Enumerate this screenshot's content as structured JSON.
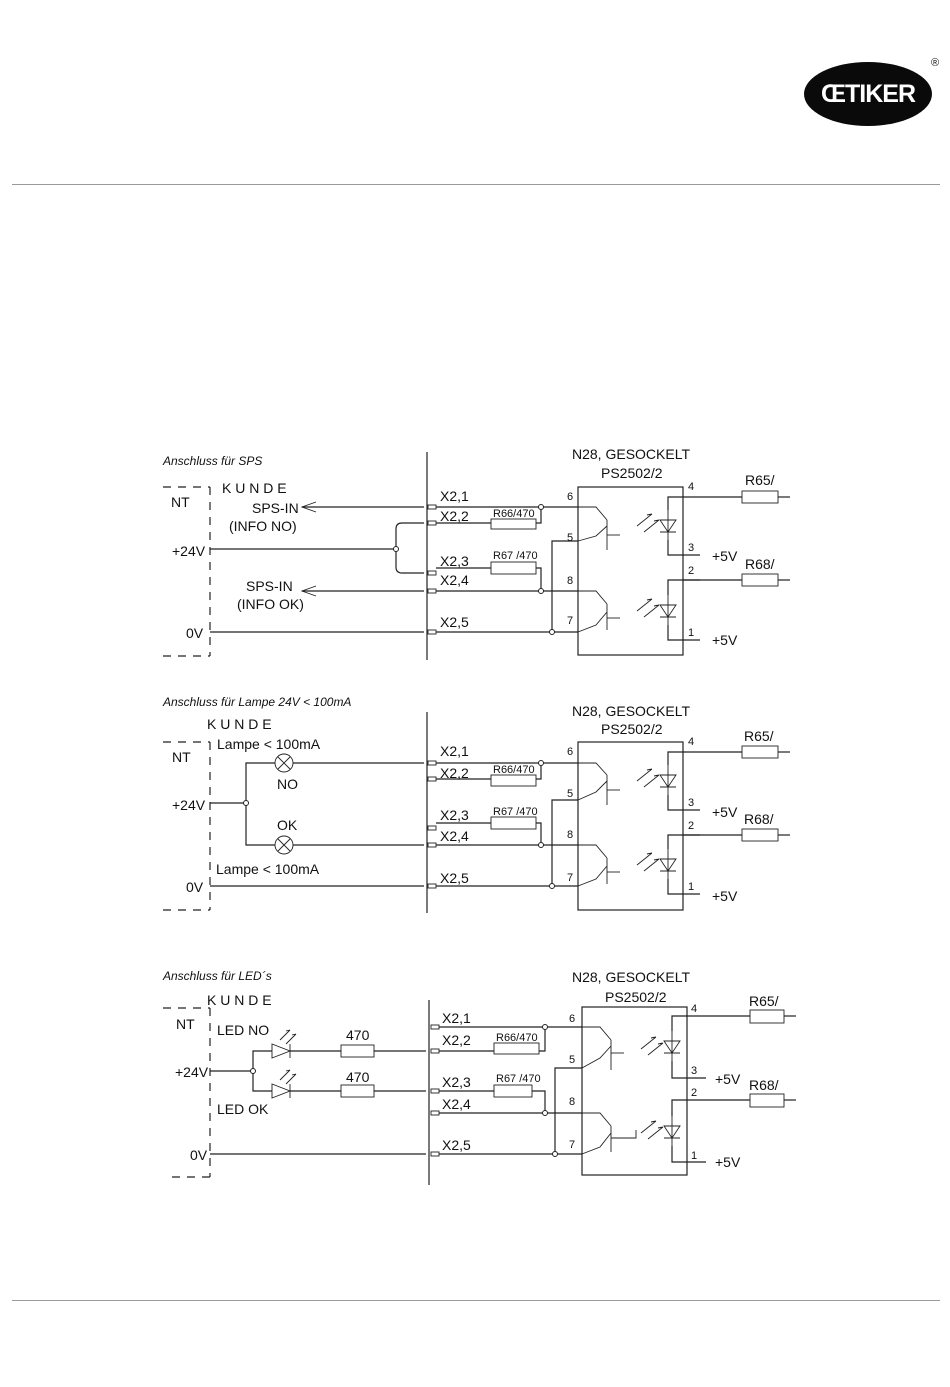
{
  "brand": {
    "logo_text": "ŒTIKER",
    "registered": "®"
  },
  "common": {
    "ic_name": "N28, GESOCKELT",
    "ic_part": "PS2502/2",
    "terminals": [
      "X2,1",
      "X2,2",
      "X2,3",
      "X2,4",
      "X2,5"
    ],
    "r66": "R66/470",
    "r67": "R67  /470",
    "r65": "R65/",
    "r68": "R68/",
    "plus5v": "+5V",
    "pins": [
      "1",
      "2",
      "3",
      "4",
      "5",
      "6",
      "7",
      "8"
    ],
    "nt": "NT",
    "plus24v": "+24V",
    "zero_v": "0V",
    "kunde": "K U N D E"
  },
  "diagrams": [
    {
      "caption": "Anschluss für SPS",
      "sps_in_1": "SPS-IN",
      "info_no": "(INFO NO)",
      "sps_in_2": "SPS-IN",
      "info_ok": "(INFO OK)"
    },
    {
      "caption": "Anschluss für Lampe 24V < 100mA",
      "lamp_top": "Lampe < 100mA",
      "lamp_bottom": "Lampe < 100mA",
      "no": "NO",
      "ok": "OK"
    },
    {
      "caption": "Anschluss für LED´s",
      "led_no": "LED NO",
      "led_ok": "LED OK",
      "r1": "470",
      "r2": "470"
    }
  ]
}
